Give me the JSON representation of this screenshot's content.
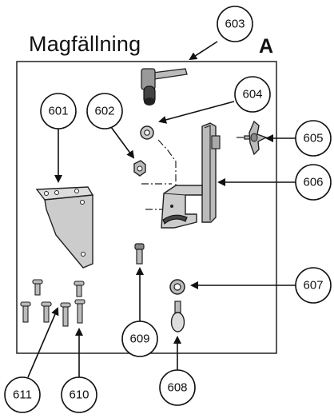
{
  "diagram": {
    "title": "Magfällning",
    "corner_label": "A",
    "callouts": [
      {
        "id": "603",
        "label": "603"
      },
      {
        "id": "604",
        "label": "604"
      },
      {
        "id": "605",
        "label": "605"
      },
      {
        "id": "606",
        "label": "606"
      },
      {
        "id": "607",
        "label": "607"
      },
      {
        "id": "608",
        "label": "608"
      },
      {
        "id": "609",
        "label": "609"
      },
      {
        "id": "610",
        "label": "610"
      },
      {
        "id": "611",
        "label": "611"
      },
      {
        "id": "601",
        "label": "601"
      },
      {
        "id": "602",
        "label": "602"
      }
    ]
  }
}
